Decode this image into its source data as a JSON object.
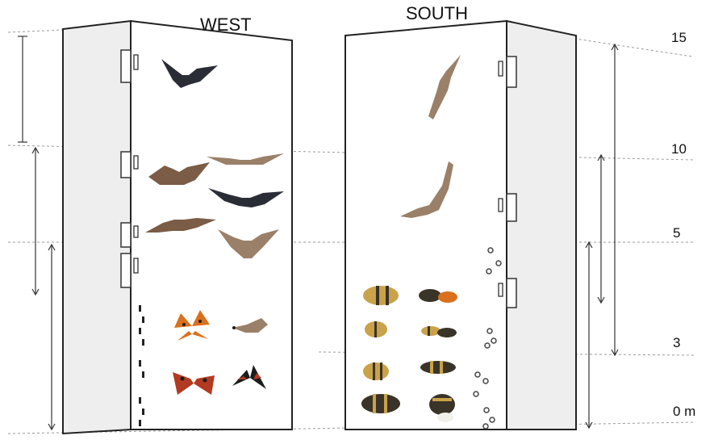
{
  "headings": {
    "west": "WEST",
    "south": "SOUTH"
  },
  "levels": {
    "l15": "15",
    "l10": "10",
    "l5": "5",
    "l3": "3",
    "l0": "0 m"
  },
  "icons": {
    "west_bats": [
      "bat-icon",
      "bat-icon",
      "bat-icon",
      "bat-icon",
      "bat-icon",
      "bat-icon"
    ],
    "west_moths_butterflies": [
      "butterfly-icon",
      "moth-icon",
      "butterfly-icon",
      "butterfly-icon"
    ],
    "south_bats": [
      "bat-icon",
      "bat-icon"
    ],
    "south_bees": [
      "bee-icon",
      "wasp-icon",
      "bee-icon",
      "wasp-icon",
      "bee-icon",
      "bee-icon",
      "bee-icon",
      "bumblebee-icon"
    ]
  },
  "colors": {
    "outline": "#222222",
    "side_face": "#eeeeee",
    "guide": "#9a9a9a"
  }
}
